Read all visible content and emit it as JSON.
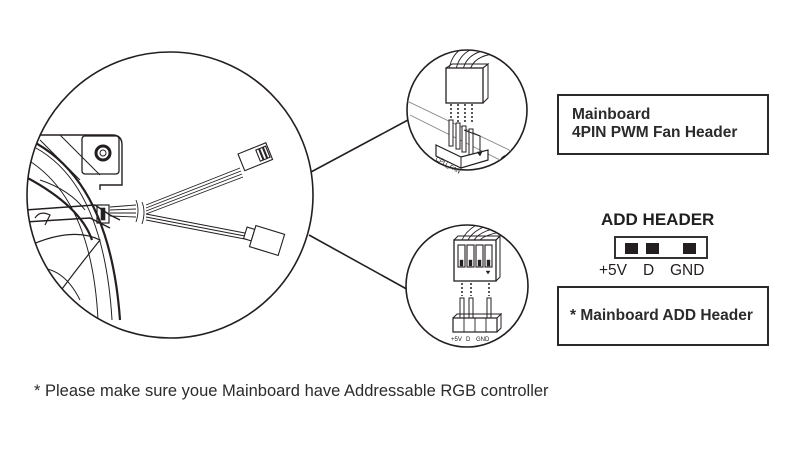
{
  "diagram": {
    "callouts": {
      "fan_header": {
        "line1": "Mainboard",
        "line2": "4PIN PWM Fan Header",
        "silkscreen_label": "CPU_FAN"
      },
      "add_header": {
        "label": "* Mainboard ADD Header",
        "mini_pin_labels": [
          "+5V",
          "D",
          "GND"
        ]
      }
    },
    "add_header_legend": {
      "title": "ADD HEADER",
      "pins": [
        "+5V",
        "D",
        "GND"
      ]
    },
    "footer_note": "* Please make sure youe Mainboard have Addressable RGB controller",
    "colors": {
      "line": "#231f20",
      "background": "#ffffff"
    }
  }
}
